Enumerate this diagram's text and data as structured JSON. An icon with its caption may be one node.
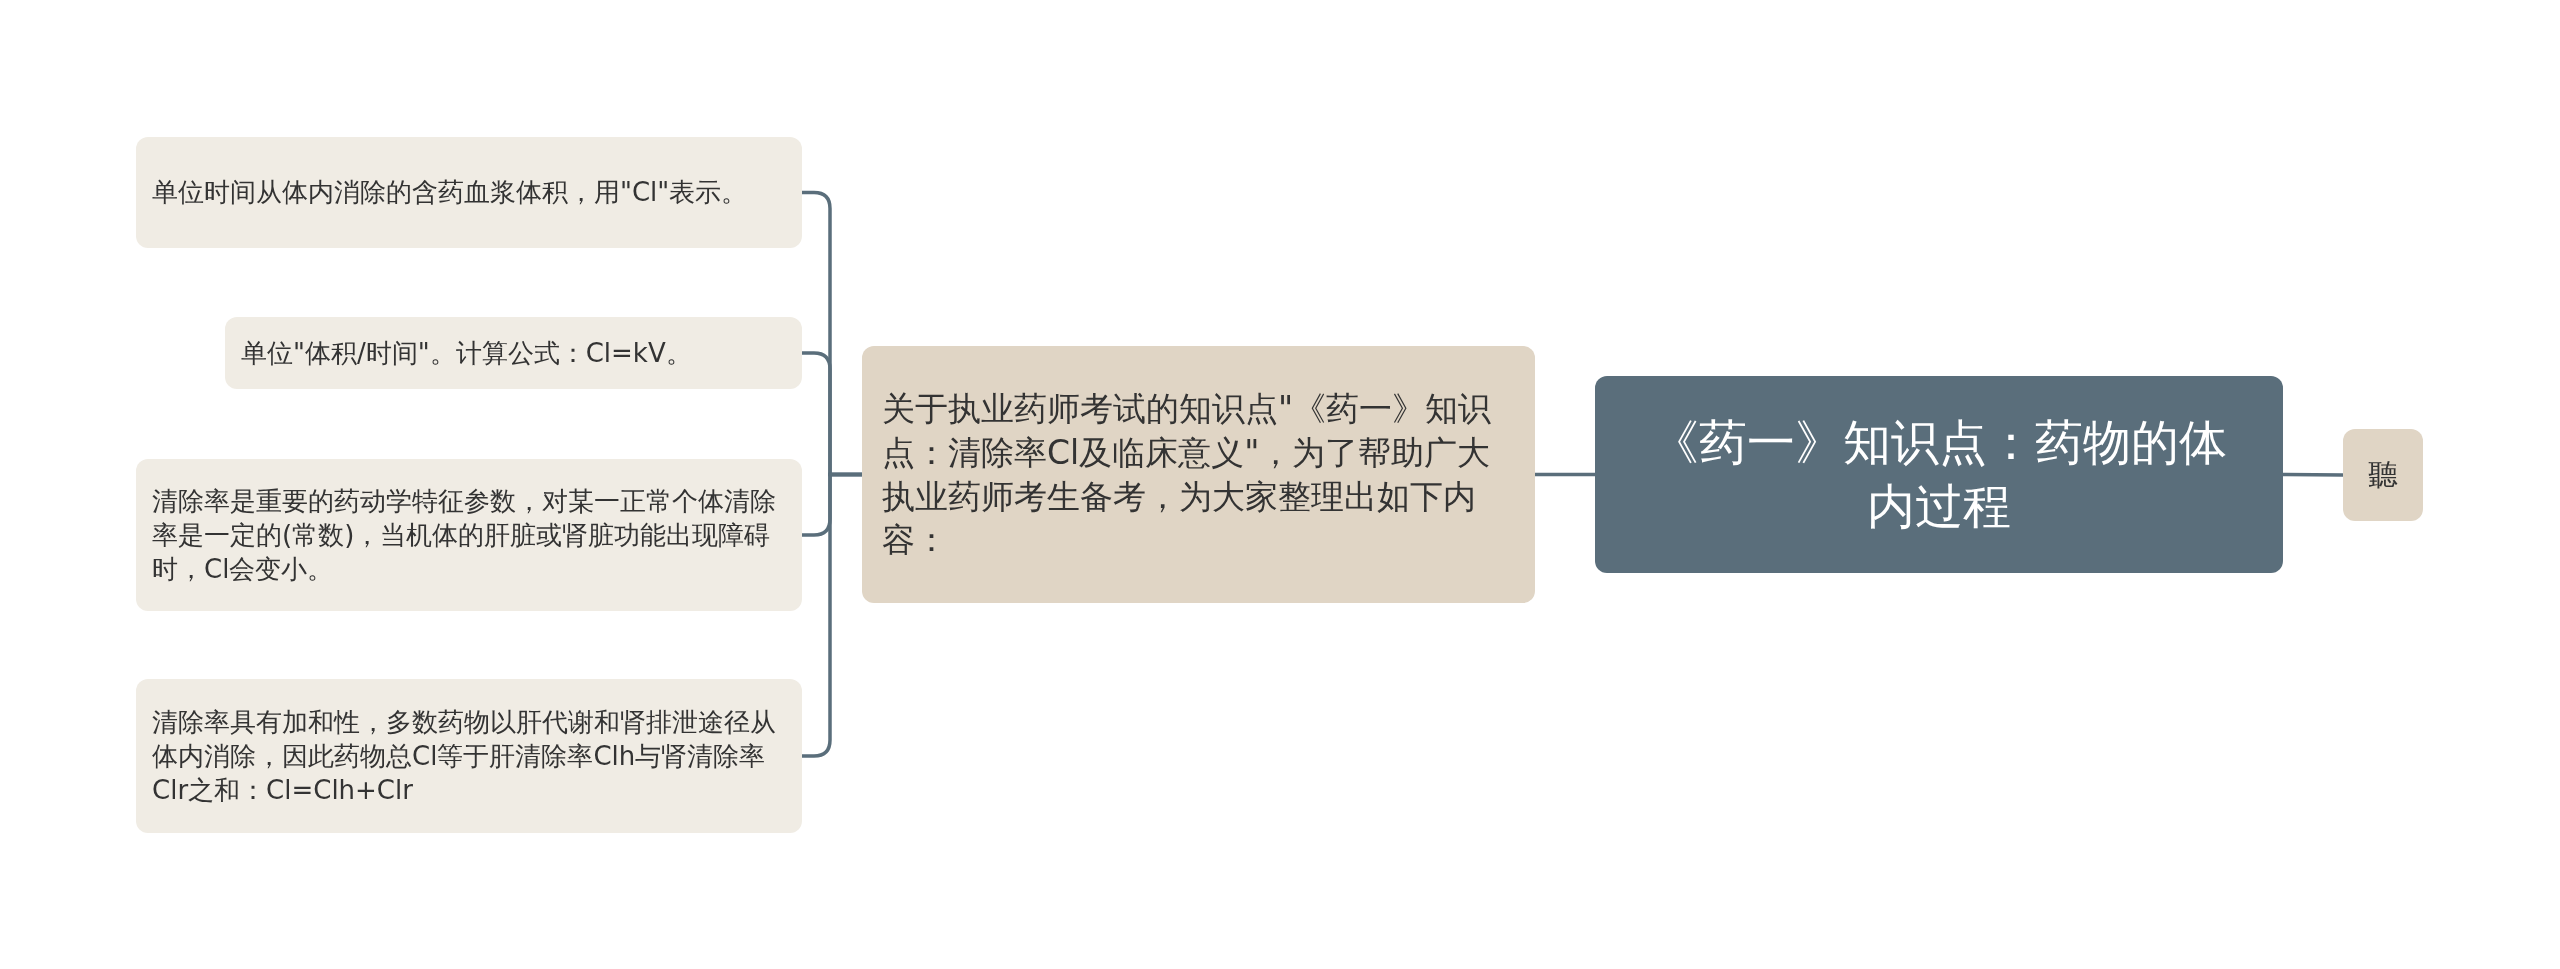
{
  "diagram": {
    "nodes": [
      {
        "text": [
          "《药一》知识点：药物的体内过程"
        ]
      },
      {
        "text": [
          "聽"
        ]
      },
      {
        "text": [
          "关于执业药师考试的知识点\"《药一》知识点：清除率Cl及临床意义\"，为了帮助广大执业药师考生备考，为大家整理出如下内容："
        ]
      },
      {
        "text": [
          "单位时间从体内消除的含药血浆体积，用\"Cl\"表示。"
        ]
      },
      {
        "text": [
          "单位\"体积/时间\"。计算公式：Cl=kV。"
        ]
      },
      {
        "text": [
          "清除率是重要的药动学特征参数，对某一正常个体清除率是一定的(常数)，当机体的肝脏或肾脏功能出现障碍时，Cl会变小。"
        ]
      },
      {
        "text": [
          "清除率具有加和性，多数药物以肝代谢和肾排泄途径从体内消除，因此药物总Cl等于肝清除率Clh与肾清除率Clr之和：Cl=Clh+Clr"
        ]
      }
    ],
    "edges": [
      {
        "from": 0,
        "to": 1,
        "arrow": "none"
      },
      {
        "from": 0,
        "to": 2,
        "arrow": "none"
      },
      {
        "from": 2,
        "to": 3,
        "arrow": "none"
      },
      {
        "from": 2,
        "to": 4,
        "arrow": "none"
      },
      {
        "from": 2,
        "to": 5,
        "arrow": "none"
      },
      {
        "from": 2,
        "to": 6,
        "arrow": "none"
      }
    ]
  }
}
